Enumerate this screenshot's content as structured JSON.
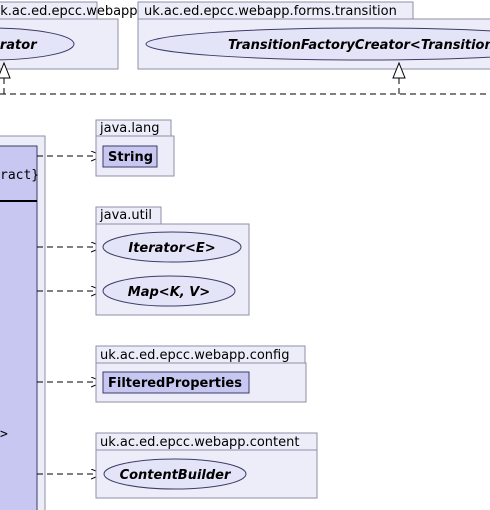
{
  "colors": {
    "package_fill": "#ededf9",
    "package_border": "#8f8fa8",
    "element_fill": "#c7c7f2",
    "element_fill_light": "#e4e4f8",
    "class_border": "#3c3c66",
    "line": "#000000"
  },
  "top_packages": [
    {
      "name": "uk.ac.ed.epcc.webapp.content",
      "interface": "Iterator"
    },
    {
      "name": "uk.ac.ed.epcc.webapp.forms.transition",
      "interface": "TransitionFactoryCreator<Transition"
    }
  ],
  "main_class": {
    "stereotype": "ract}",
    "partial_label": ">"
  },
  "packages": [
    {
      "id": "java-lang",
      "name": "java.lang",
      "elements": [
        {
          "kind": "class",
          "label": "String"
        }
      ]
    },
    {
      "id": "java-util",
      "name": "java.util",
      "elements": [
        {
          "kind": "interface",
          "label": "Iterator<E>"
        },
        {
          "kind": "interface",
          "label": "Map<K, V>"
        }
      ]
    },
    {
      "id": "webapp-config",
      "name": "uk.ac.ed.epcc.webapp.config",
      "elements": [
        {
          "kind": "class",
          "label": "FilteredProperties"
        }
      ]
    },
    {
      "id": "webapp-content",
      "name": "uk.ac.ed.epcc.webapp.content",
      "elements": [
        {
          "kind": "interface",
          "label": "ContentBuilder"
        }
      ]
    }
  ]
}
